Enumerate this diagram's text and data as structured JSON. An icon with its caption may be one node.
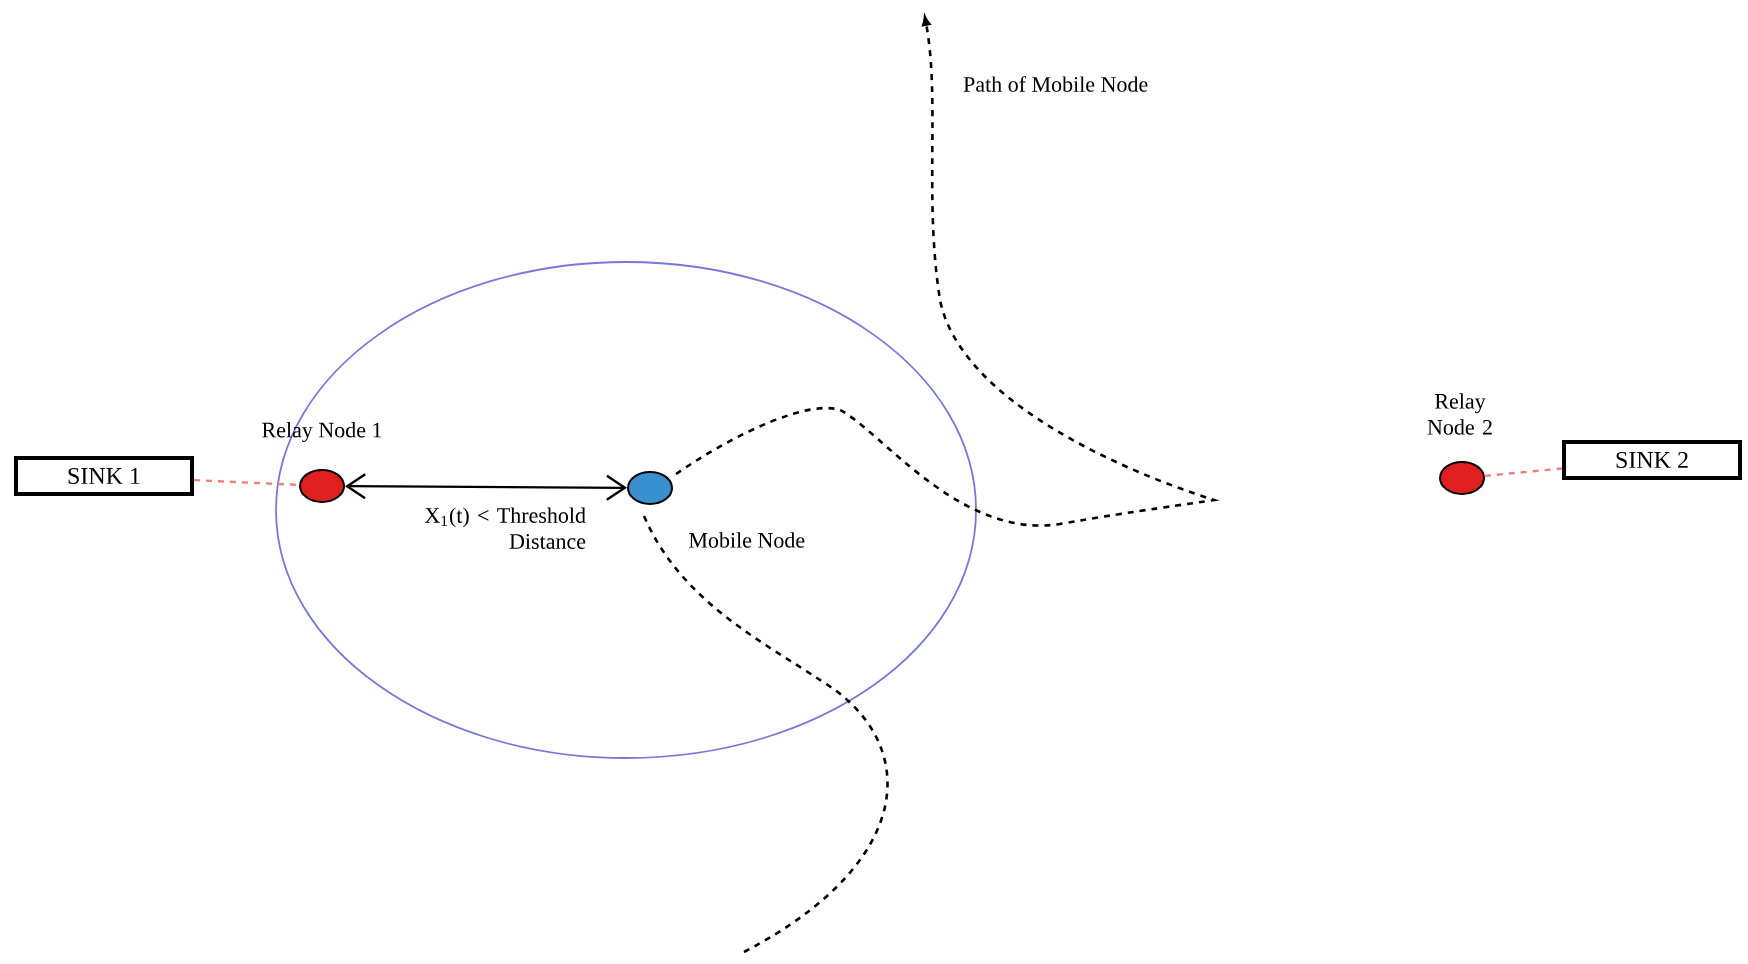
{
  "diagram": {
    "nodes": [
      {
        "text": [
          "SINK 1"
        ]
      },
      {
        "text": [],
        "shape": "circle",
        "beside": [
          "Relay Node 1"
        ]
      },
      {
        "text": [],
        "shape": "circle",
        "beside": [
          "Mobile Node"
        ]
      },
      {
        "text": [],
        "shape": "circle",
        "beside": [
          "Relay Node 2"
        ]
      },
      {
        "text": [
          "SINK 2"
        ]
      }
    ],
    "edges": [
      {
        "from": 0,
        "to": 1,
        "arrow": "none",
        "style": "dashed",
        "color": "#f08080"
      },
      {
        "from": 1,
        "to": 2,
        "arrow": "both",
        "color": "#000000",
        "label": "X$_{1}$(t) < Threshold Distance"
      },
      {
        "from": 3,
        "to": 4,
        "arrow": "none",
        "style": "dashed",
        "color": "#f08080"
      }
    ],
    "labels": [
      "Path of Mobile Node"
    ]
  }
}
